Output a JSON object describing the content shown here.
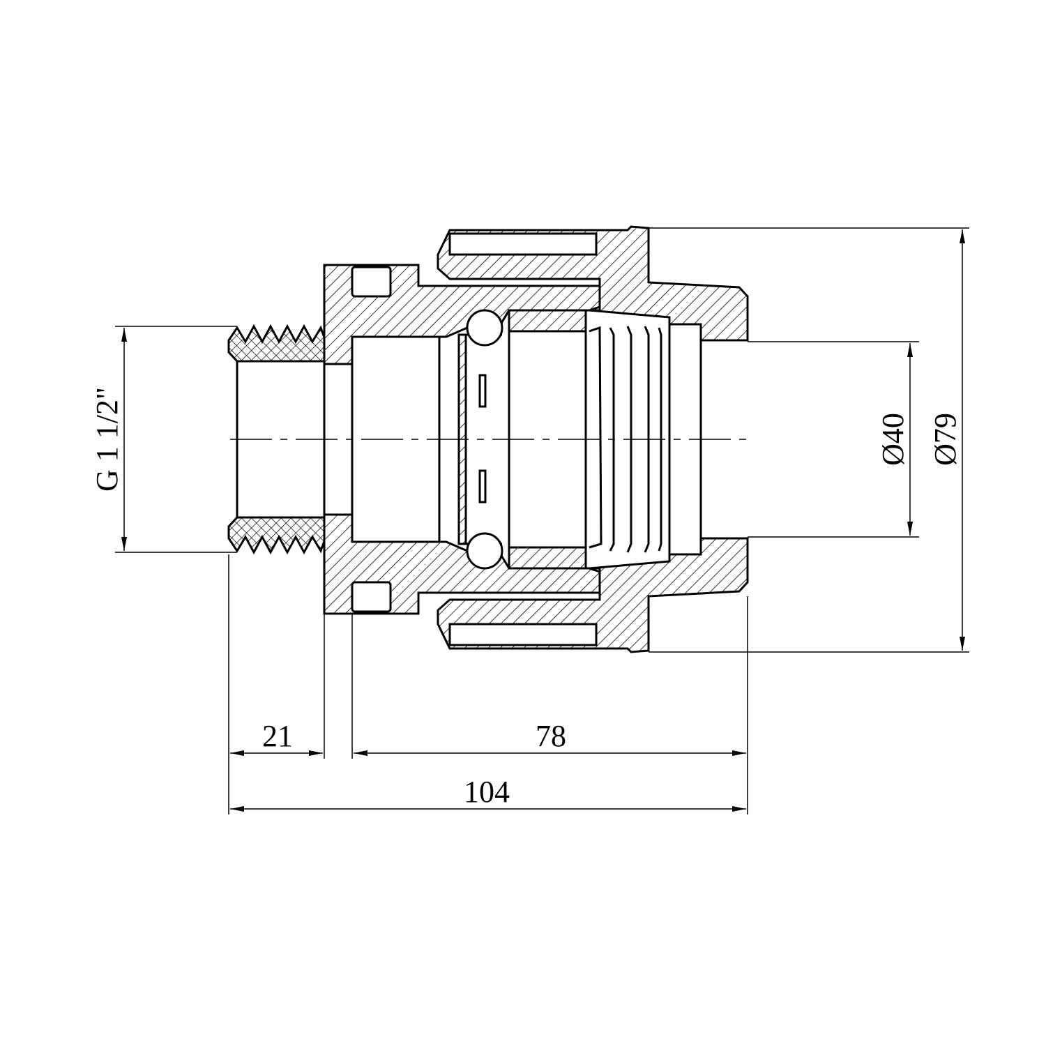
{
  "dimensions": {
    "thread": "G 1 1/2\"",
    "inner_diameter": "Ø40",
    "outer_diameter": "Ø79",
    "thread_length": "21",
    "body_length": "78",
    "total_length": "104"
  },
  "colors": {
    "line": "#000000",
    "background": "#ffffff"
  }
}
